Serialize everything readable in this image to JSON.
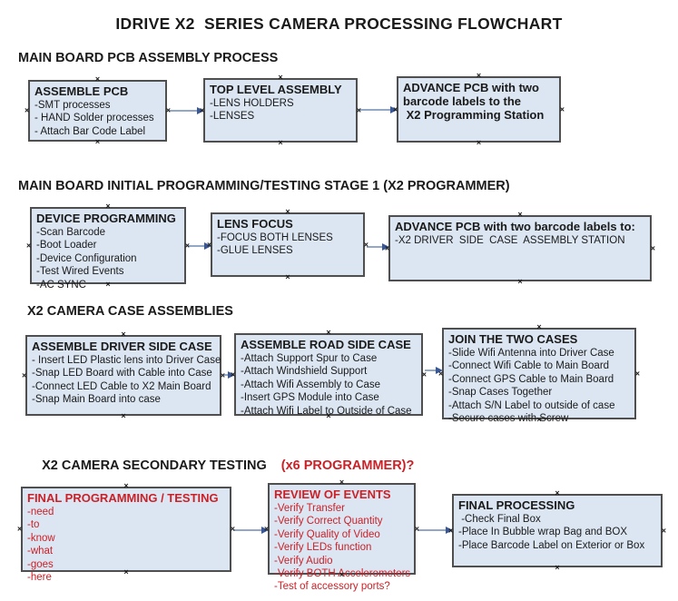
{
  "title": "IDRIVE X2  SERIES CAMERA PROCESSING FLOWCHART",
  "colors": {
    "box_fill": "#dce6f2",
    "box_border": "#4f4f4f",
    "red_text": "#cc2027",
    "arrow_line": "#93a7c6",
    "arrow_head": "#3a5795"
  },
  "sections": [
    {
      "heading": "MAIN BOARD PCB ASSEMBLY PROCESS",
      "boxes": [
        {
          "title": "ASSEMBLE PCB",
          "lines": [
            "-SMT processes",
            "- HAND Solder processes",
            "- Attach Bar Code Label"
          ]
        },
        {
          "title": "TOP LEVEL ASSEMBLY",
          "lines": [
            "-LENS HOLDERS",
            "-LENSES"
          ]
        },
        {
          "title": "ADVANCE PCB with two\nbarcode labels to the\n X2 Programming Station",
          "lines": []
        }
      ]
    },
    {
      "heading": "MAIN BOARD INITIAL PROGRAMMING/TESTING STAGE 1 (X2 PROGRAMMER)",
      "boxes": [
        {
          "title": "DEVICE PROGRAMMING",
          "lines": [
            "-Scan Barcode",
            "-Boot Loader",
            "-Device Configuration",
            "-Test Wired Events",
            "-AC SYNC"
          ]
        },
        {
          "title": "LENS FOCUS",
          "lines": [
            "-FOCUS BOTH LENSES",
            "-GLUE LENSES"
          ]
        },
        {
          "title": "ADVANCE PCB with two barcode labels to:",
          "lines": [
            "-X2 DRIVER  SIDE  CASE  ASSEMBLY STATION"
          ]
        }
      ]
    },
    {
      "heading": "X2 CAMERA CASE ASSEMBLIES",
      "boxes": [
        {
          "title": "ASSEMBLE DRIVER SIDE CASE",
          "lines": [
            "- Insert LED Plastic lens into Driver Case",
            "-Snap LED Board with Cable into Case",
            "-Connect LED Cable to X2 Main Board",
            "-Snap Main Board into case"
          ]
        },
        {
          "title": "ASSEMBLE ROAD SIDE CASE",
          "lines": [
            "-Attach Support Spur to Case",
            "-Attach Windshield Support",
            "-Attach Wifi Assembly to Case",
            "-Insert GPS Module into Case",
            "-Attach Wifi Label to Outside of Case"
          ]
        },
        {
          "title": "JOIN THE TWO CASES",
          "lines": [
            "-Slide Wifi Antenna into Driver Case",
            "-Connect Wifi Cable to Main Board",
            "-Connect GPS Cable to Main Board",
            "-Snap Cases Together",
            "-Attach S/N Label to outside of case",
            "-Secure cases with Screw"
          ]
        }
      ]
    },
    {
      "heading": "X2 CAMERA SECONDARY TESTING",
      "heading_red": "(x6 PROGRAMMER)?",
      "boxes": [
        {
          "title": "FINAL PROGRAMMING / TESTING",
          "lines": [
            "-need",
            "-to",
            "-know",
            "-what",
            "-goes",
            "-here"
          ]
        },
        {
          "title": "REVIEW OF EVENTS",
          "lines": [
            "-Verify Transfer",
            "-Verify Correct Quantity",
            "-Verify Quality of Video",
            "-Verify LEDs function",
            "-Verify Audio",
            "-Verify BOTH Accelerometers",
            "-Test of accessory ports?"
          ]
        },
        {
          "title": "FINAL PROCESSING",
          "lines": [
            " -Check Final Box",
            "-Place In Bubble wrap Bag and BOX",
            "-Place Barcode Label on Exterior or Box"
          ]
        }
      ]
    }
  ],
  "handle_glyph": "×"
}
